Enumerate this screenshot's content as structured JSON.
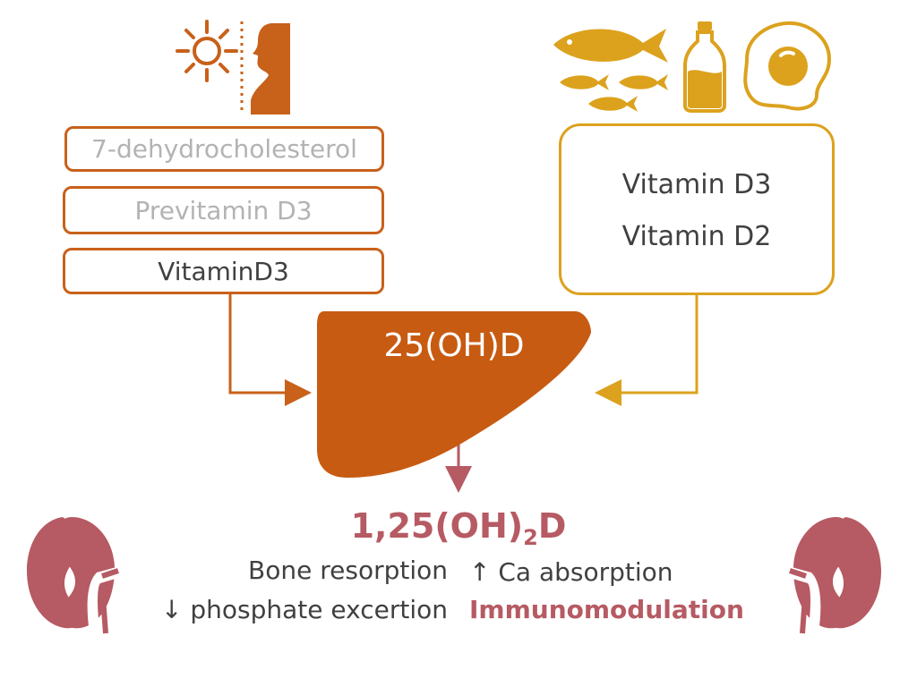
{
  "skin_pathway": {
    "step1": "7-dehydrocholesterol",
    "step2": "Previtamin D3",
    "step3": "VitaminD3"
  },
  "diet_pathway": {
    "line1": "Vitamin D3",
    "line2": "Vitamin D2"
  },
  "liver": {
    "label": "25(OH)D"
  },
  "kidney": {
    "title_main": "1,25(OH)",
    "title_sub": "2",
    "title_end": "D"
  },
  "effects": {
    "bone": "Bone resorption",
    "phosphate": "↓ phosphate excertion",
    "calcium": "↑ Ca absorption",
    "immuno": "Immunomodulation"
  },
  "colors": {
    "skin_orange": "#c8611a",
    "diet_gold": "#dca21e",
    "kidney_rose": "#b65a63",
    "grey_text": "#b3b3b3",
    "dark_text": "#404040"
  },
  "icons": {
    "sun": "sun-icon",
    "person": "person-silhouette-icon",
    "fish": "fish-icon",
    "milk": "milk-bottle-icon",
    "egg": "fried-egg-icon",
    "liver": "liver-icon",
    "kidney": "kidney-icon"
  }
}
